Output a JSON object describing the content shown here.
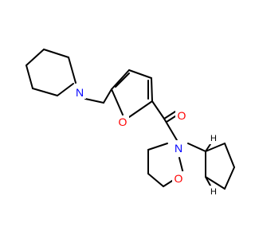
{
  "molecule": {
    "atoms": [
      {
        "id": "N_pip",
        "element": "N",
        "color": "#0000ff"
      },
      {
        "id": "O_furan",
        "element": "O",
        "color": "#ff0000"
      },
      {
        "id": "O_carbonyl",
        "element": "O",
        "color": "#ff0000"
      },
      {
        "id": "N_amide",
        "element": "N",
        "color": "#0000ff"
      },
      {
        "id": "O_ring",
        "element": "O",
        "color": "#ff0000"
      }
    ],
    "stereo_h": [
      {
        "id": "H_upper",
        "label": "H"
      },
      {
        "id": "H_lower",
        "label": "H"
      }
    ]
  }
}
